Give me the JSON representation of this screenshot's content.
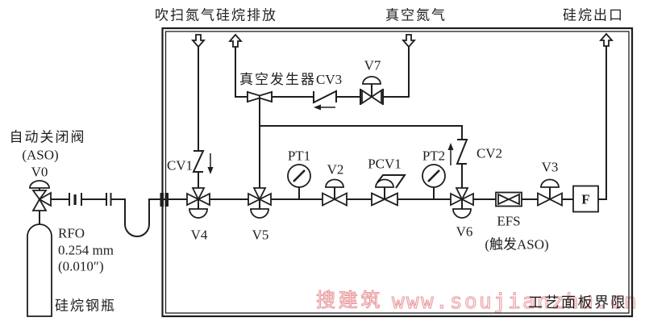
{
  "header": {
    "purge_nitrogen_silane_vent": "吹扫氮气硅烷排放",
    "vacuum_nitrogen": "真空氮气",
    "silane_outlet": "硅烷出口"
  },
  "external_ports": [
    {
      "name": "purge-nitrogen-inlet",
      "arrow": "down",
      "label_key": "purge_nitrogen_silane_vent"
    },
    {
      "name": "silane-vent-outlet",
      "arrow": "up",
      "label_key": "purge_nitrogen_silane_vent"
    },
    {
      "name": "vacuum-nitrogen-inlet",
      "arrow": "down",
      "label_key": "vacuum_nitrogen"
    },
    {
      "name": "silane-outlet",
      "arrow": "up",
      "label_key": "silane_outlet"
    }
  ],
  "cylinder": {
    "label": "硅烷钢瓶",
    "icon": "gas-cylinder-icon"
  },
  "aso_valve": {
    "tag": "V0",
    "name": "自动关闭阀",
    "abbr": "(ASO)",
    "icon": "actuated-valve-icon"
  },
  "rfo": {
    "tag": "RFO",
    "bore_mm": "0.254 mm",
    "bore_in": "(0.010″)",
    "icon": "orifice-plate-icon"
  },
  "valves": {
    "V2": {
      "tag": "V2",
      "icon": "actuated-two-way-valve-icon"
    },
    "V3": {
      "tag": "V3",
      "icon": "actuated-two-way-valve-icon"
    },
    "V4": {
      "tag": "V4",
      "icon": "actuated-three-way-valve-icon"
    },
    "V5": {
      "tag": "V5",
      "icon": "actuated-three-way-valve-icon"
    },
    "V6": {
      "tag": "V6",
      "icon": "actuated-three-way-valve-icon"
    },
    "V7": {
      "tag": "V7",
      "icon": "actuated-flanged-valve-icon"
    }
  },
  "check_valves": {
    "CV1": {
      "tag": "CV1",
      "flow_arrow": "down"
    },
    "CV2": {
      "tag": "CV2",
      "flow_arrow": "up"
    },
    "CV3": {
      "tag": "CV3",
      "flow_arrow": "left"
    }
  },
  "vacuum_generator": {
    "label": "真空发生器",
    "icon": "venturi-icon"
  },
  "regulator": {
    "tag": "PCV1",
    "icon": "pressure-regulator-icon"
  },
  "pressure_transducers": {
    "PT1": {
      "tag": "PT1",
      "icon": "pressure-gauge-icon"
    },
    "PT2": {
      "tag": "PT2",
      "icon": "pressure-gauge-icon"
    }
  },
  "excess_flow_switch": {
    "tag": "EFS",
    "note": "(触发ASO)",
    "icon": "excess-flow-switch-icon"
  },
  "filter": {
    "tag": "F",
    "icon": "filter-icon"
  },
  "panel": {
    "boundary_label": "工艺面板界限"
  },
  "topology": {
    "main_line": [
      "cylinder",
      "V0",
      "RFO",
      "union",
      "pigtail",
      "panel-bulkhead",
      "V4",
      "V5",
      "PT1",
      "V2",
      "PCV1",
      "PT2",
      "V6",
      "EFS",
      "V3",
      "F",
      "silane-outlet"
    ],
    "purge_line": [
      "purge-nitrogen-inlet",
      "CV1",
      "V4"
    ],
    "vacuum_line": [
      "vacuum-nitrogen-inlet",
      "V7",
      "CV3",
      "vacuum-generator",
      "silane-vent-outlet"
    ],
    "vacuum_suction_line": [
      "vacuum-generator",
      "V5"
    ],
    "bypass_line": [
      "V6",
      "CV2",
      "vacuum-suction-line"
    ]
  },
  "watermark": {
    "brand": "搜建筑",
    "url": "www.soujianzhu.cn"
  },
  "colors": {
    "line": "#1e1e1e",
    "background": "#ffffff",
    "watermark_stroke": "#e8989e",
    "watermark_fill": "#fdf0f1"
  }
}
